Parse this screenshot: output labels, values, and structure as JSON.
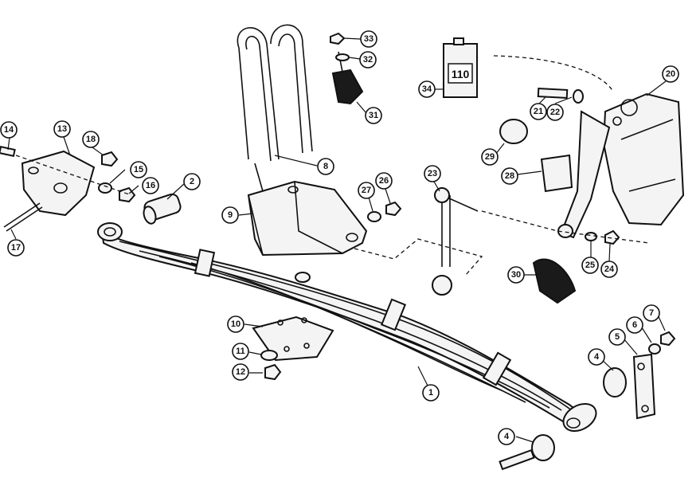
{
  "diagram": {
    "can_label": "110",
    "callouts": [
      {
        "id": "c1",
        "label": "1"
      },
      {
        "id": "c2",
        "label": "2"
      },
      {
        "id": "c4a",
        "label": "4"
      },
      {
        "id": "c4b",
        "label": "4"
      },
      {
        "id": "c5",
        "label": "5"
      },
      {
        "id": "c6",
        "label": "6"
      },
      {
        "id": "c7",
        "label": "7"
      },
      {
        "id": "c8",
        "label": "8"
      },
      {
        "id": "c9",
        "label": "9"
      },
      {
        "id": "c10",
        "label": "10"
      },
      {
        "id": "c11",
        "label": "11"
      },
      {
        "id": "c12",
        "label": "12"
      },
      {
        "id": "c13",
        "label": "13"
      },
      {
        "id": "c14",
        "label": "14"
      },
      {
        "id": "c15",
        "label": "15"
      },
      {
        "id": "c16",
        "label": "16"
      },
      {
        "id": "c17",
        "label": "17"
      },
      {
        "id": "c18",
        "label": "18"
      },
      {
        "id": "c20",
        "label": "20"
      },
      {
        "id": "c21",
        "label": "21"
      },
      {
        "id": "c22",
        "label": "22"
      },
      {
        "id": "c23",
        "label": "23"
      },
      {
        "id": "c24",
        "label": "24"
      },
      {
        "id": "c25",
        "label": "25"
      },
      {
        "id": "c26",
        "label": "26"
      },
      {
        "id": "c27",
        "label": "27"
      },
      {
        "id": "c28",
        "label": "28"
      },
      {
        "id": "c29",
        "label": "29"
      },
      {
        "id": "c30",
        "label": "30"
      },
      {
        "id": "c31",
        "label": "31"
      },
      {
        "id": "c32",
        "label": "32"
      },
      {
        "id": "c33",
        "label": "33"
      },
      {
        "id": "c34",
        "label": "34"
      }
    ]
  }
}
